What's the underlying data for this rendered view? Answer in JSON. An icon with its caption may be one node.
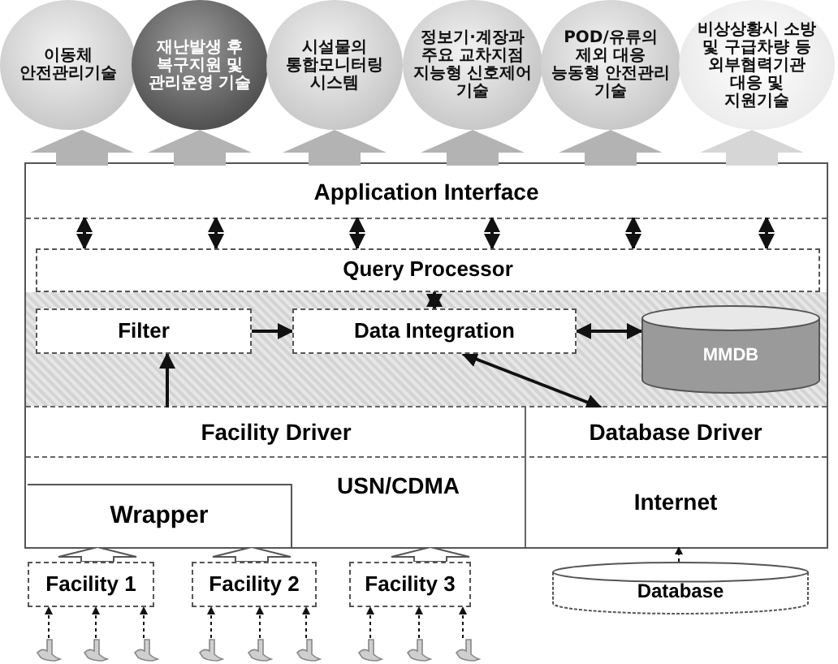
{
  "diagram": {
    "nodes": [
      {
        "text": [
          "이동체 안전관리기술"
        ]
      },
      {
        "text": [
          "재난발생 후 복구지원 및 관리운영 기술"
        ]
      },
      {
        "text": [
          "시설물의 통합모니터링 시스템"
        ]
      },
      {
        "text": [
          "정보기·계장과 주요 교차지점 지능형 신호제어 기술"
        ]
      },
      {
        "text": [
          "POD/유류의 제외 대응 능동형 안전관리 기술"
        ]
      },
      {
        "text": [
          "비상상황시 소방 및 구급차량 등 외부협력기관 대응 및 지원기술"
        ]
      },
      {
        "text": [
          "Application Interface"
        ]
      },
      {
        "text": [
          "Query Processor"
        ]
      },
      {
        "text": [
          "Filter"
        ]
      },
      {
        "text": [
          "Data Integration"
        ]
      },
      {
        "text": [
          "MMDB"
        ]
      },
      {
        "text": [
          "Facility Driver"
        ]
      },
      {
        "text": [
          "Database Driver"
        ]
      },
      {
        "text": [
          "USN/CDMA"
        ]
      },
      {
        "text": [
          "Wrapper"
        ],
        "in": 13
      },
      {
        "text": [
          "Internet"
        ]
      },
      {
        "text": [
          "Facility 1"
        ]
      },
      {
        "text": [
          "Facility 2"
        ]
      },
      {
        "text": [
          "Facility 3"
        ]
      },
      {
        "text": [
          "Database"
        ]
      },
      {
        "text": [],
        "shape": "picture"
      },
      {
        "text": [],
        "shape": "picture"
      },
      {
        "text": [],
        "shape": "picture"
      },
      {
        "text": [],
        "shape": "picture"
      },
      {
        "text": [],
        "shape": "picture"
      },
      {
        "text": [],
        "shape": "picture"
      },
      {
        "text": [],
        "shape": "picture"
      },
      {
        "text": [],
        "shape": "picture"
      },
      {
        "text": [],
        "shape": "picture"
      }
    ],
    "edges": [
      {
        "from": 6,
        "to": 0,
        "arrow": "to",
        "style": "thick",
        "color": "#b3b3b3"
      },
      {
        "from": 6,
        "to": 1,
        "arrow": "to",
        "style": "thick",
        "color": "#b3b3b3"
      },
      {
        "from": 6,
        "to": 2,
        "arrow": "to",
        "style": "thick",
        "color": "#b3b3b3"
      },
      {
        "from": 6,
        "to": 3,
        "arrow": "to",
        "style": "thick",
        "color": "#b3b3b3"
      },
      {
        "from": 6,
        "to": 4,
        "arrow": "to",
        "style": "thick",
        "color": "#b3b3b3"
      },
      {
        "from": 6,
        "to": 5,
        "arrow": "to",
        "style": "thick",
        "color": "#d6d6d6"
      },
      {
        "from": 6,
        "to": 7,
        "arrow": "both"
      },
      {
        "from": 6,
        "to": 7,
        "arrow": "both"
      },
      {
        "from": 6,
        "to": 7,
        "arrow": "both"
      },
      {
        "from": 6,
        "to": 7,
        "arrow": "both"
      },
      {
        "from": 6,
        "to": 7,
        "arrow": "both"
      },
      {
        "from": 6,
        "to": 7,
        "arrow": "both"
      },
      {
        "from": 7,
        "to": 9,
        "arrow": "both"
      },
      {
        "from": 8,
        "to": 9,
        "arrow": "to"
      },
      {
        "from": 9,
        "to": 10,
        "arrow": "both"
      },
      {
        "from": 11,
        "to": 8,
        "arrow": "to"
      },
      {
        "from": 12,
        "to": 9,
        "arrow": "both"
      },
      {
        "from": 16,
        "to": 14,
        "arrow": "to",
        "style": "thick"
      },
      {
        "from": 17,
        "to": 14,
        "arrow": "to",
        "style": "thick"
      },
      {
        "from": 18,
        "to": 13,
        "arrow": "to",
        "style": "thick"
      },
      {
        "from": 19,
        "to": 15,
        "arrow": "to",
        "style": "dashed"
      },
      {
        "from": 20,
        "to": 16,
        "arrow": "to",
        "style": "dashed"
      },
      {
        "from": 21,
        "to": 16,
        "arrow": "to",
        "style": "dashed"
      },
      {
        "from": 22,
        "to": 16,
        "arrow": "to",
        "style": "dashed"
      },
      {
        "from": 23,
        "to": 17,
        "arrow": "to",
        "style": "dashed"
      },
      {
        "from": 24,
        "to": 17,
        "arrow": "to",
        "style": "dashed"
      },
      {
        "from": 25,
        "to": 17,
        "arrow": "to",
        "style": "dashed"
      },
      {
        "from": 26,
        "to": 18,
        "arrow": "to",
        "style": "dashed"
      },
      {
        "from": 27,
        "to": 18,
        "arrow": "to",
        "style": "dashed"
      },
      {
        "from": 28,
        "to": 18,
        "arrow": "to",
        "style": "dashed"
      }
    ]
  }
}
